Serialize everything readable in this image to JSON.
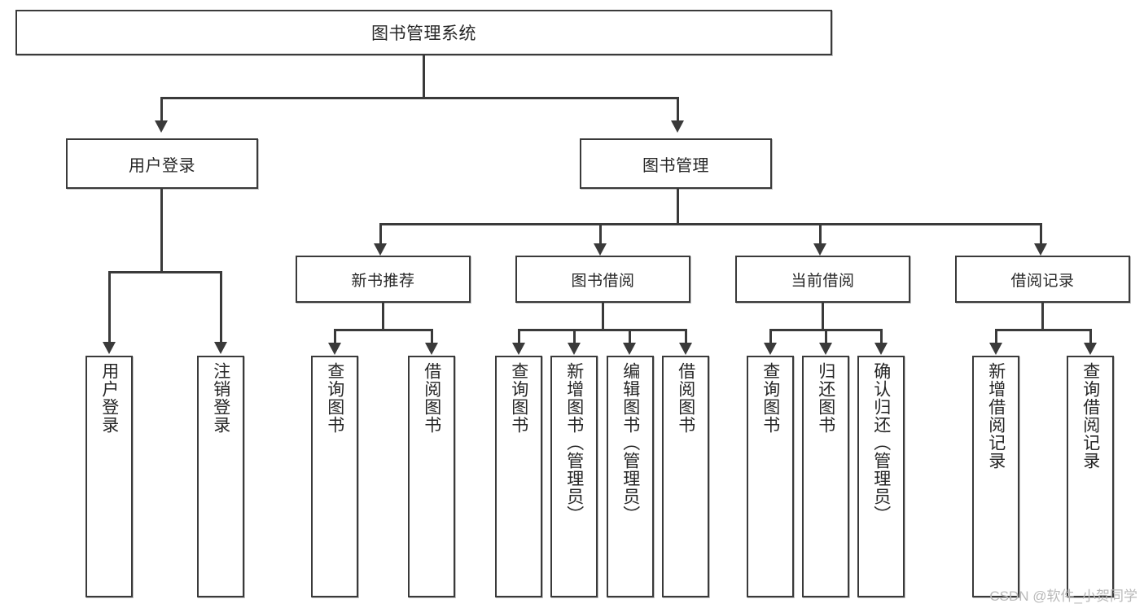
{
  "diagram": {
    "type": "tree",
    "title": "图书管理系统",
    "colors": {
      "stroke": "#3a3a3a",
      "fill": "#ffffff",
      "text": "#262626",
      "watermark": "#b9b9b9"
    },
    "root": {
      "label": "图书管理系统"
    },
    "tier1": [
      {
        "label": "用户登录"
      },
      {
        "label": "图书管理"
      }
    ],
    "tier2": [
      {
        "label": "新书推荐"
      },
      {
        "label": "图书借阅"
      },
      {
        "label": "当前借阅"
      },
      {
        "label": "借阅记录"
      }
    ],
    "leaves": {
      "user_login": [
        {
          "label": "用户登录"
        },
        {
          "label": "注销登录"
        }
      ],
      "new_books": [
        {
          "label": "查询图书"
        },
        {
          "label": "借阅图书"
        }
      ],
      "borrow_books": [
        {
          "label": "查询图书"
        },
        {
          "label": "新增图书（管理员）"
        },
        {
          "label": "编辑图书（管理员）"
        },
        {
          "label": "借阅图书"
        }
      ],
      "current_borrow": [
        {
          "label": "查询图书"
        },
        {
          "label": "归还图书"
        },
        {
          "label": "确认归还（管理员）"
        }
      ],
      "borrow_records": [
        {
          "label": "新增借阅记录"
        },
        {
          "label": "查询借阅记录"
        }
      ]
    }
  },
  "watermark": {
    "text": "CSDN @软件_小贺同学"
  }
}
